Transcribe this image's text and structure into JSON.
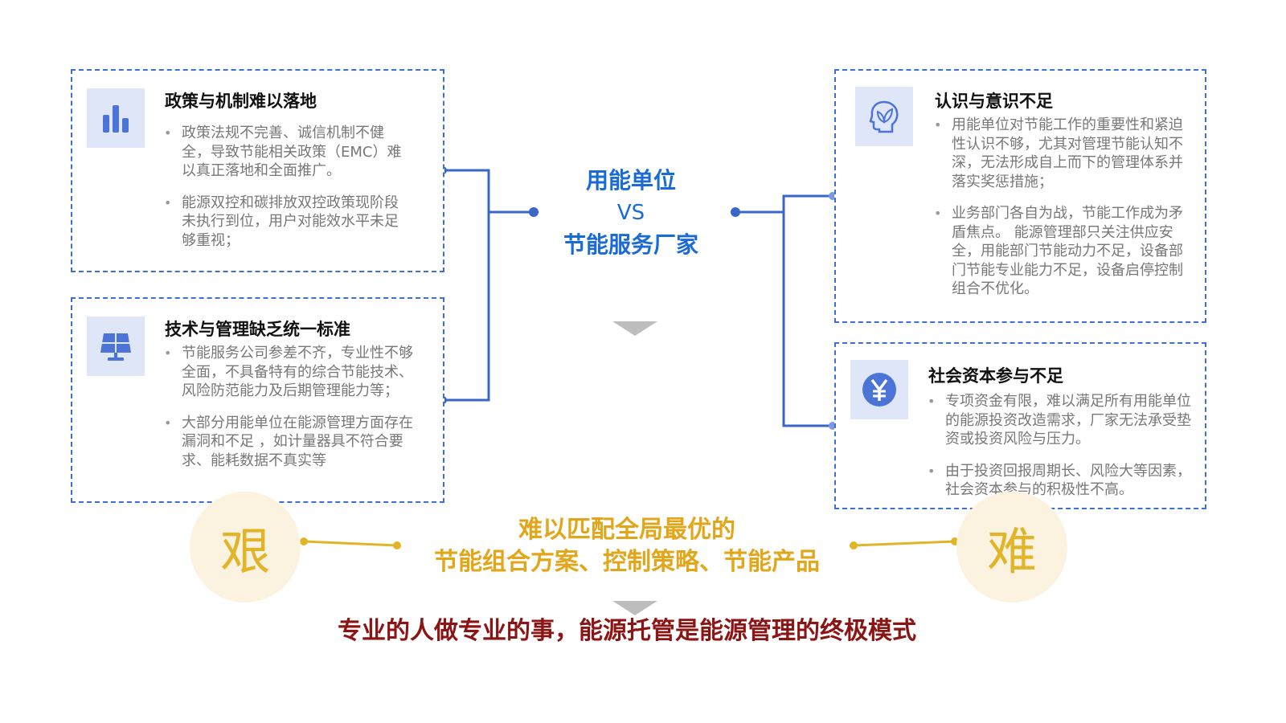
{
  "center": {
    "line1": "用能单位",
    "line2": "VS",
    "line3": "节能服务厂家"
  },
  "boxes": {
    "policy": {
      "title": "政策与机制难以落地",
      "icon": "bar-chart-icon",
      "bullets": [
        "政策法规不完善、诚信机制不健全，导致节能相关政策（EMC）难以真正落地和全面推广。",
        "能源双控和碳排放双控政策现阶段未执行到位，用户对能效水平未足够重视；"
      ]
    },
    "tech": {
      "title": "技术与管理缺乏统一标准",
      "icon": "solar-panel-icon",
      "bullets": [
        "节能服务公司参差不齐，专业性不够全面，不具备特有的综合节能技术、风险防范能力及后期管理能力等；",
        "大部分用能单位在能源管理方面存在漏洞和不足 ，如计量器具不符合要求、能耗数据不真实等"
      ]
    },
    "awareness": {
      "title": "认识与意识不足",
      "icon": "head-leaf-icon",
      "bullets": [
        "用能单位对节能工作的重要性和紧迫性认识不够，尤其对管理节能认知不深，无法形成自上而下的管理体系并落实奖惩措施；",
        "业务部门各自为战，节能工作成为矛盾焦点。 能源管理部只关注供应安全，用能部门节能动力不足，设备部门节能专业能力不足，设备启停控制组合不优化。"
      ]
    },
    "capital": {
      "title": "社会资本参与不足",
      "icon": "yen-icon",
      "bullets": [
        "专项资金有限，难以满足所有用能单位的能源投资改造需求，厂家无法承受垫资或投资风险与压力。",
        "由于投资回报周期长、风险大等因素，社会资本参与的积极性不高。"
      ]
    }
  },
  "difficulty": {
    "left_char": "艰",
    "right_char": "难",
    "line1": "难以匹配全局最优的",
    "line2": "节能组合方案、控制策略、节能产品"
  },
  "conclusion": "专业的人做专业的事，能源托管是能源管理的终极模式",
  "colors": {
    "accent_blue": "#3d6fd6",
    "title_blue": "#1a6bd6",
    "gold": "#e2a61a",
    "dark_red": "#8b1414",
    "circle_bg": "#fbf3df",
    "tile_bg": "#dfe6f7"
  }
}
